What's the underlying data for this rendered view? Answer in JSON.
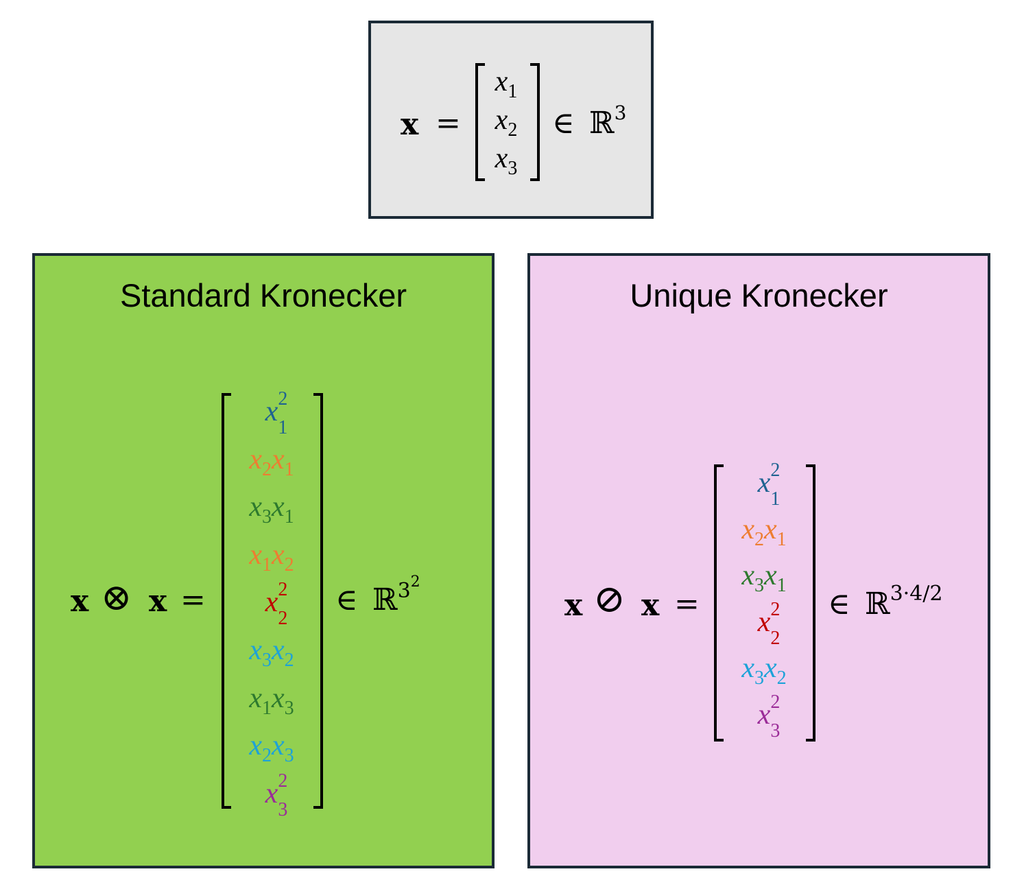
{
  "top": {
    "lhs": "x",
    "equals": "=",
    "entries": [
      {
        "text": "x",
        "sub": "1"
      },
      {
        "text": "x",
        "sub": "2"
      },
      {
        "text": "x",
        "sub": "3"
      }
    ],
    "in_symbol": "∈",
    "space": "ℝ",
    "space_exp": "3"
  },
  "standard": {
    "title": "Standard Kronecker",
    "lhs_x": "x",
    "operator": "⊗",
    "rhs_x": "x",
    "equals": "=",
    "in_symbol": "∈",
    "space": "ℝ",
    "space_exp_base": "3",
    "space_exp_exp": "2",
    "entries": [
      {
        "a": "1",
        "b": "",
        "sq": true,
        "color": "#1f6391"
      },
      {
        "a": "2",
        "b": "1",
        "sq": false,
        "color": "#ed7d31"
      },
      {
        "a": "3",
        "b": "1",
        "sq": false,
        "color": "#2e7a2e"
      },
      {
        "a": "1",
        "b": "2",
        "sq": false,
        "color": "#ed7d31"
      },
      {
        "a": "2",
        "b": "",
        "sq": true,
        "color": "#c00000"
      },
      {
        "a": "3",
        "b": "2",
        "sq": false,
        "color": "#1da2d8"
      },
      {
        "a": "1",
        "b": "3",
        "sq": false,
        "color": "#2e7a2e"
      },
      {
        "a": "2",
        "b": "3",
        "sq": false,
        "color": "#1da2d8"
      },
      {
        "a": "3",
        "b": "",
        "sq": true,
        "color": "#9b2c98"
      }
    ]
  },
  "unique": {
    "title": "Unique Kronecker",
    "lhs_x": "x",
    "operator": "⊘",
    "rhs_x": "x",
    "equals": "=",
    "in_symbol": "∈",
    "space": "ℝ",
    "space_exp": "3·4/2",
    "entries": [
      {
        "a": "1",
        "b": "",
        "sq": true,
        "color": "#1f6391"
      },
      {
        "a": "2",
        "b": "1",
        "sq": false,
        "color": "#ed7d31"
      },
      {
        "a": "3",
        "b": "1",
        "sq": false,
        "color": "#2e7a2e"
      },
      {
        "a": "2",
        "b": "",
        "sq": true,
        "color": "#c00000"
      },
      {
        "a": "3",
        "b": "2",
        "sq": false,
        "color": "#1da2d8"
      },
      {
        "a": "3",
        "b": "",
        "sq": true,
        "color": "#9b2c98"
      }
    ]
  },
  "square_exp": "2",
  "var_letter": "x"
}
